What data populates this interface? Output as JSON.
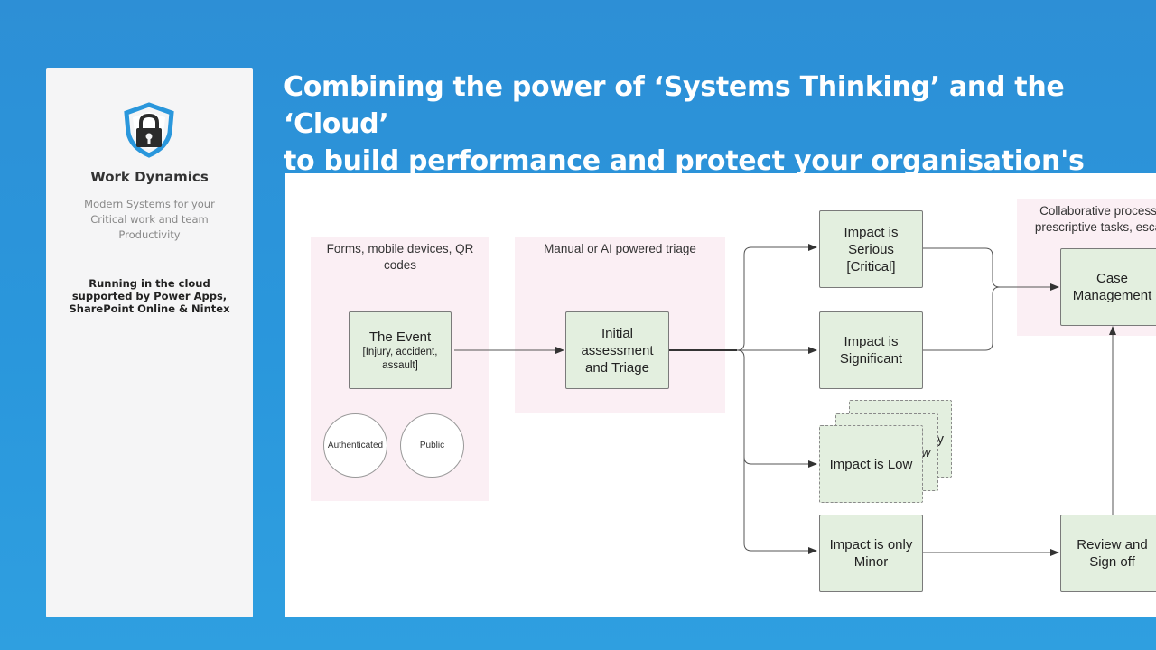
{
  "sidebar": {
    "brand": "Work Dynamics",
    "tagline": "Modern Systems for your Critical work and team Productivity",
    "running": "Running in the cloud supported by Power Apps, SharePoint Online & Nintex",
    "logo_icon": "shield-lock-icon",
    "logo_color": "#2a97dc"
  },
  "title": {
    "line1": "Combining the power of ‘Systems Thinking’ and the ‘Cloud’",
    "line2": "to build performance and  protect your organisation's"
  },
  "diagram": {
    "zones": {
      "intake": "Forms, mobile devices, QR codes",
      "triage": "Manual or AI powered triage",
      "collab_line1": "Collaborative process",
      "collab_line2": "prescriptive tasks, esca"
    },
    "nodes": {
      "event_title": "The Event",
      "event_detail": "[Injury, accident, assault]",
      "triage": "Initial assessment and Triage",
      "serious": "Impact is Serious [Critical]",
      "significant": "Impact is Significant",
      "low": "Impact is Low",
      "minor": "Impact is only Minor",
      "case": "Case Management",
      "review": "Review and Sign off",
      "stack_fragment_1": "y",
      "stack_fragment_2": "w"
    },
    "circles": {
      "authenticated": "Authenticated",
      "public": "Public"
    }
  }
}
